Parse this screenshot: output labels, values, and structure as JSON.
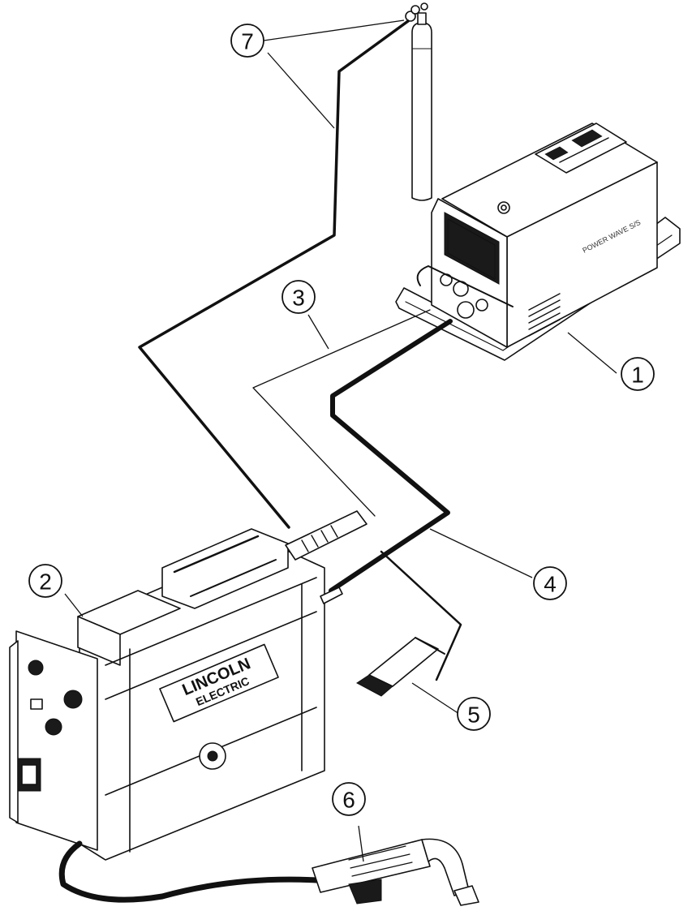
{
  "diagram": {
    "callouts": [
      {
        "id": "1",
        "label": "1"
      },
      {
        "id": "2",
        "label": "2"
      },
      {
        "id": "3",
        "label": "3"
      },
      {
        "id": "4",
        "label": "4"
      },
      {
        "id": "5",
        "label": "5"
      },
      {
        "id": "6",
        "label": "6"
      },
      {
        "id": "7",
        "label": "7"
      }
    ],
    "feeder_brand": {
      "line1": "LINCOLN",
      "line2": "ELECTRIC"
    },
    "power_source_model": "POWER WAVE S/S"
  }
}
